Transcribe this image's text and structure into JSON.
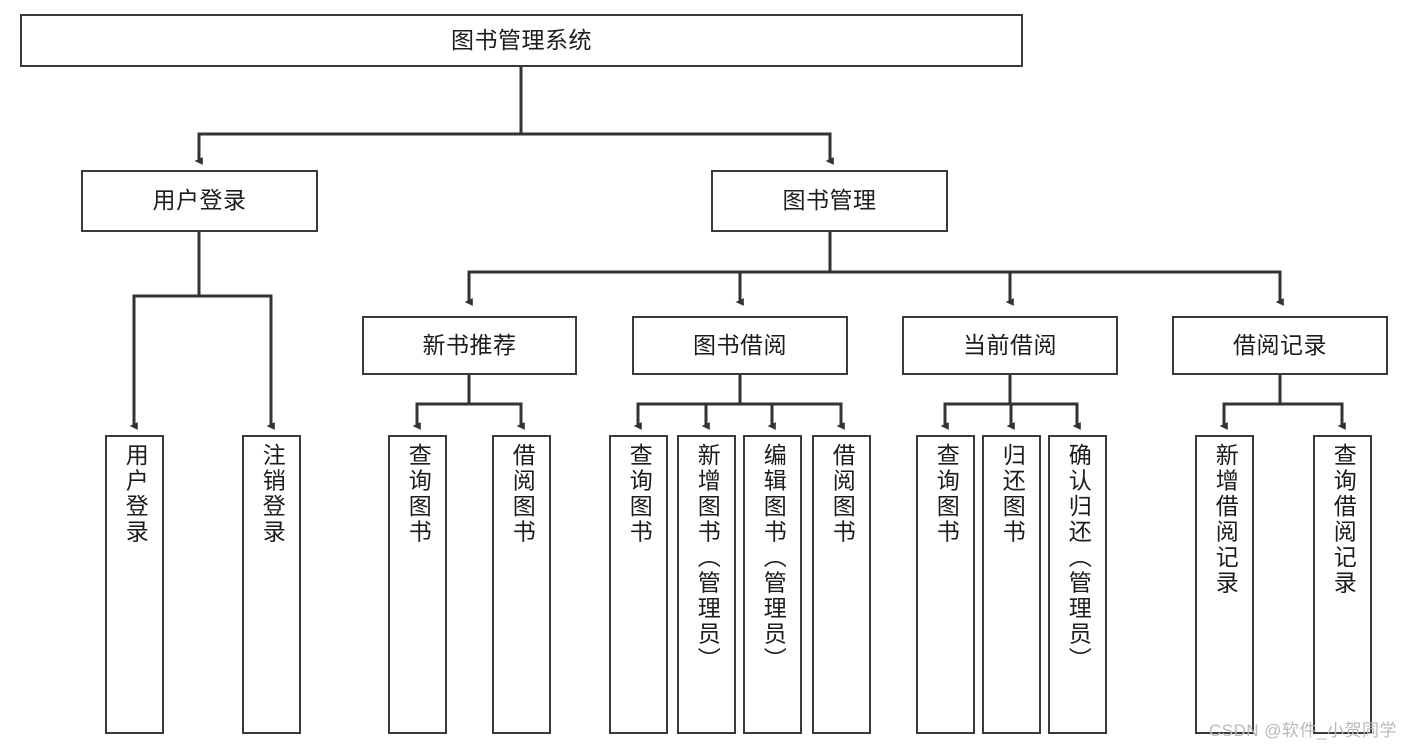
{
  "diagram": {
    "title": "图书管理系统",
    "type": "tree-hierarchy-chart",
    "watermark": "CSDN @软件_小贺同学",
    "colors": {
      "box_border": "#3a3a3a",
      "box_fill": "#ffffff",
      "connector": "#333333",
      "text": "#1c1c1c",
      "watermark": "#b9b9b9"
    },
    "nodes": {
      "root": {
        "label": "图书管理系统"
      },
      "level1": [
        {
          "id": "user-login",
          "label": "用户登录"
        },
        {
          "id": "book-manage",
          "label": "图书管理"
        }
      ],
      "level2": [
        {
          "id": "new-book-recommend",
          "label": "新书推荐"
        },
        {
          "id": "book-borrow",
          "label": "图书借阅"
        },
        {
          "id": "current-borrow",
          "label": "当前借阅"
        },
        {
          "id": "borrow-record",
          "label": "借阅记录"
        }
      ],
      "leaves": {
        "user_login": [
          {
            "id": "leaf-user-login",
            "label": "用户登录"
          },
          {
            "id": "leaf-logout-login",
            "label": "注销登录"
          }
        ],
        "new_book_recommend": [
          {
            "id": "leaf-query-book-1",
            "label": "查询图书"
          },
          {
            "id": "leaf-borrow-book-1",
            "label": "借阅图书"
          }
        ],
        "book_borrow": [
          {
            "id": "leaf-query-book-2",
            "label": "查询图书"
          },
          {
            "id": "leaf-add-book",
            "label": "新增图书（管理员）"
          },
          {
            "id": "leaf-edit-book",
            "label": "编辑图书（管理员）"
          },
          {
            "id": "leaf-borrow-book-2",
            "label": "借阅图书"
          }
        ],
        "current_borrow": [
          {
            "id": "leaf-query-book-3",
            "label": "查询图书"
          },
          {
            "id": "leaf-return-book",
            "label": "归还图书"
          },
          {
            "id": "leaf-confirm-return",
            "label": "确认归还（管理员）"
          }
        ],
        "borrow_record": [
          {
            "id": "leaf-add-record",
            "label": "新增借阅记录"
          },
          {
            "id": "leaf-query-record",
            "label": "查询借阅记录"
          }
        ]
      }
    }
  }
}
